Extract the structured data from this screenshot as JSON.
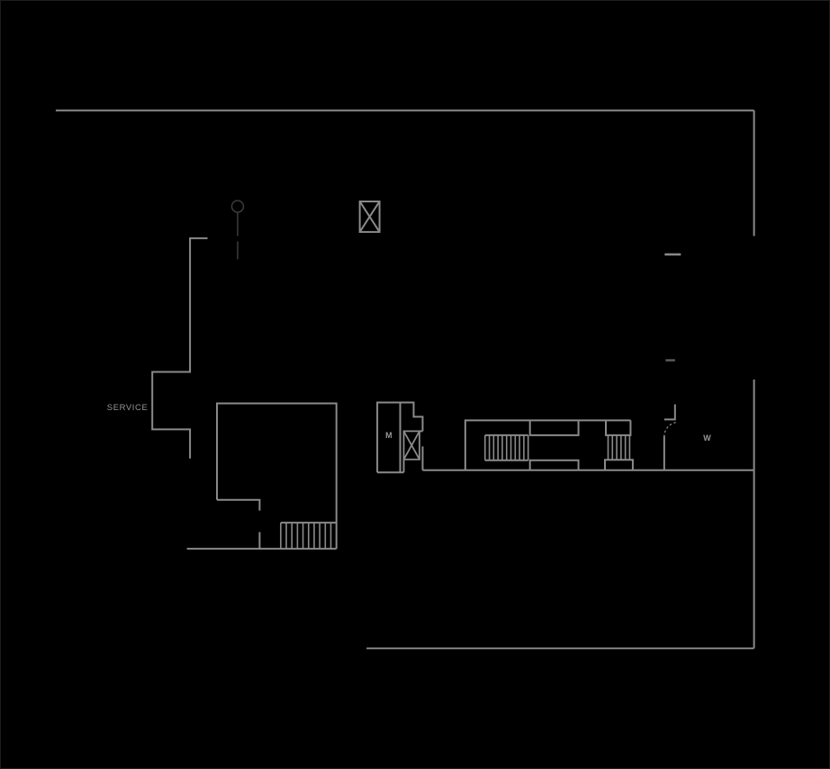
{
  "page": {
    "background_color": "#000000",
    "frame_border_color": "#1e1e1e",
    "description": "architectural floor plan drawing, light gray linework on black"
  },
  "plan": {
    "wall_color": "#8a8a8a",
    "dark_line_color": "#3c3c3c",
    "dark_stub_color": "#5a5a5a",
    "label_color": "#969696",
    "labels": {
      "service": "SERVICE",
      "mens_room": "M",
      "womens_room": "W"
    },
    "symbols": {
      "elevator_shaft_icon": "rectangle with X cross (2 instances)",
      "stair_run_icon": "hatched tread lines (3 stair runs)",
      "column_marker_icon": "small circle with vertical stem",
      "door_swing_icon": "dashed quarter-circle arc at W restroom"
    }
  }
}
